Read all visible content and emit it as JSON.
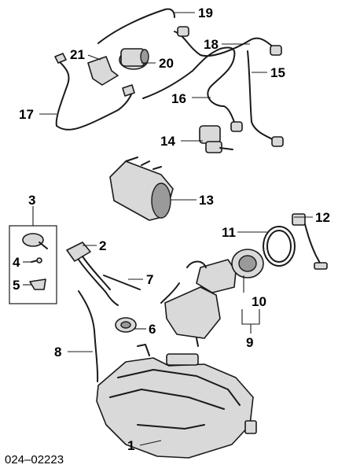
{
  "callouts": {
    "c1": "1",
    "c2": "2",
    "c3": "3",
    "c4": "4",
    "c5": "5",
    "c6": "6",
    "c7": "7",
    "c8": "8",
    "c9": "9",
    "c10": "10",
    "c11": "11",
    "c12": "12",
    "c13": "13",
    "c14": "14",
    "c15": "15",
    "c16": "16",
    "c17": "17",
    "c18": "18",
    "c19": "19",
    "c20": "20",
    "c21": "21"
  },
  "drawing_id": "024–02223"
}
